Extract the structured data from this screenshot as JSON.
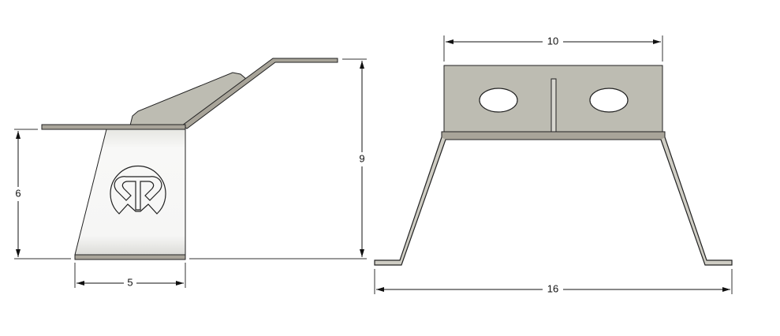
{
  "side_view": {
    "dimensions": {
      "height_body": "6",
      "height_total": "9",
      "width_base": "5"
    }
  },
  "front_view": {
    "dimensions": {
      "width_top": "10",
      "width_total": "16"
    }
  },
  "colors": {
    "metal_light": "#f2f2f0",
    "metal_gray": "#bdbcb2",
    "line": "#222222"
  }
}
